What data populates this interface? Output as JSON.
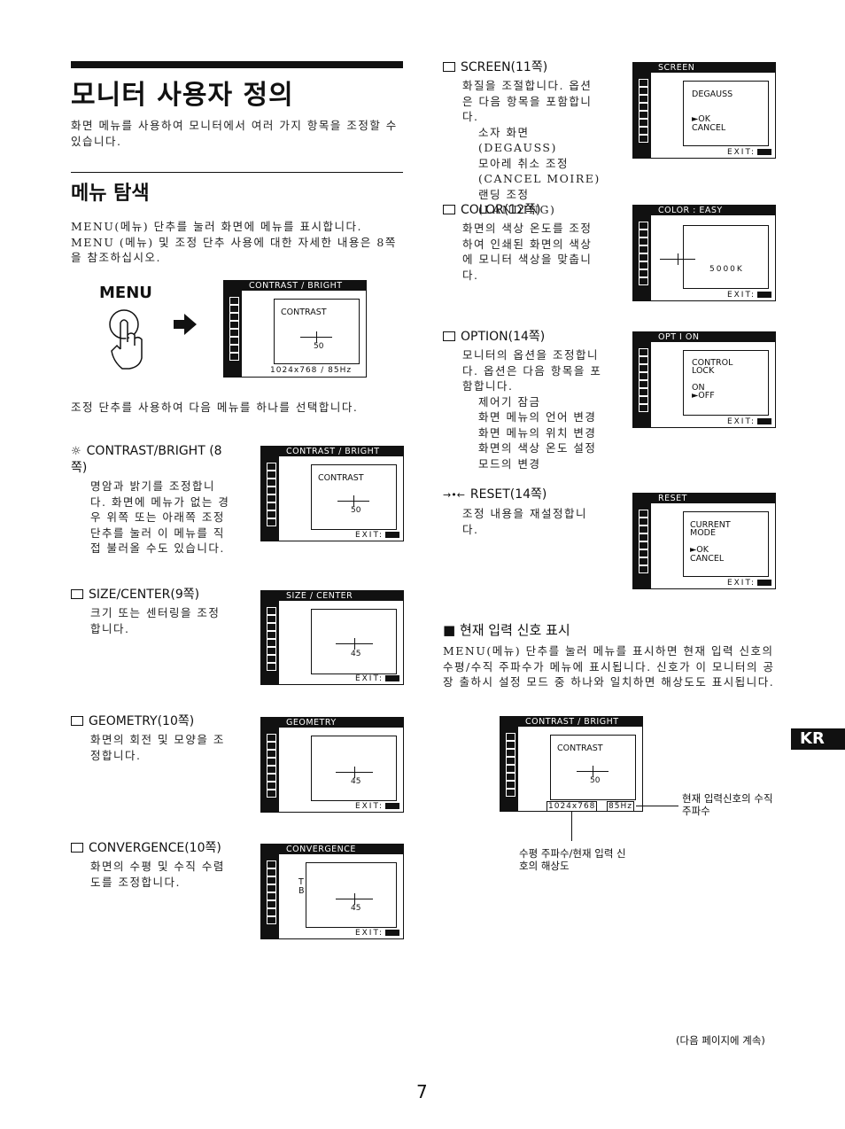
{
  "title": "모니터 사용자 정의",
  "intro": "화면 메뉴를 사용하여 모니터에서 여러 가지 항목을 조정할 수 있습니다.",
  "nav_heading": "메뉴 탐색",
  "nav_text": "MENU(메뉴) 단추를 눌러 화면에 메뉴를 표시합니다. MENU (메뉴) 및 조정 단추 사용에 대한 자세한 내용은 8쪽을 참조하십시오.",
  "menu_button_label": "MENU",
  "select_text": "조정 단추를 사용하여 다음 메뉴를 하나를 선택합니다.",
  "nav_osd": {
    "header": "CONTRAST / BRIGHT",
    "label": "CONTRAST",
    "value": "50",
    "footer": "1024x768 /  85Hz"
  },
  "left_sections": [
    {
      "title": "CONTRAST/BRIGHT (8쪽)",
      "desc": "명암과 밝기를 조정합니다. 화면에 메뉴가 없는 경우 위쪽 또는 아래쪽 조정 단추를 눌러 이 메뉴를 직접 불러올 수도 있습니다.",
      "osd_header": "CONTRAST / BRIGHT",
      "osd_label": "CONTRAST",
      "osd_value": "50"
    },
    {
      "title": "SIZE/CENTER(9쪽)",
      "desc": "크기 또는 센터링을 조정합니다.",
      "osd_header": "SIZE / CENTER",
      "osd_label": "",
      "osd_value": "45"
    },
    {
      "title": "GEOMETRY(10쪽)",
      "desc": "화면의 회전 및 모양을 조정합니다.",
      "osd_header": "GEOMETRY",
      "osd_label": "",
      "osd_value": "45"
    },
    {
      "title": "CONVERGENCE(10쪽)",
      "desc": "화면의 수평 및 수직 수렴도를 조정합니다.",
      "osd_header": "CONVERGENCE",
      "osd_label": "T B",
      "osd_value": "45"
    }
  ],
  "right_sections": [
    {
      "title": "SCREEN(11쪽)",
      "desc": "화질을 조절합니다. 옵션은 다음 항목을 포함합니다.",
      "items": [
        "소자 화면(DEGAUSS)",
        "모아레 취소 조정 (CANCEL MOIRE)",
        "랜딩 조정(LANDING)"
      ],
      "osd_header": "SCREEN",
      "osd_lines": [
        "DEGAUSS",
        "",
        "►OK",
        " CANCEL"
      ]
    },
    {
      "title": "COLOR(12쪽)",
      "desc": "화면의 색상 온도를 조정하여 인쇄된 화면의 색상에 모니터 색상을 맞춥니다.",
      "items": [],
      "osd_header": "COLOR     : EASY",
      "osd_lines": [
        "",
        "",
        "",
        "5000K"
      ]
    },
    {
      "title": "OPTION(14쪽)",
      "desc": "모니터의 옵션을 조정합니다. 옵션은 다음 항목을 포함합니다.",
      "items": [
        "제어기 잠금",
        "화면 메뉴의 언어 변경",
        "화면 메뉴의 위치 변경",
        "화면의 색상 온도 설정 모드의 변경"
      ],
      "osd_header": "OPT I ON",
      "osd_lines": [
        "CONTROL",
        "LOCK",
        " ON",
        "►OFF"
      ]
    },
    {
      "title": "RESET(14쪽)",
      "desc": "조정 내용을 재설정합니다.",
      "items": [],
      "osd_header": "RESET",
      "osd_lines": [
        "CURRENT",
        "MODE",
        "►OK",
        " CANCEL"
      ]
    }
  ],
  "exit_label": "EXIT:",
  "signal_heading": "■ 현재 입력 신호 표시",
  "signal_text": "MENU(메뉴) 단추를 눌러 메뉴를 표시하면 현재 입력 신호의 수평/수직 주파수가 메뉴에 표시됩니다. 신호가 이 모니터의 공장 출하시 설정 모드 중 하나와 일치하면 해상도도 표시됩니다.",
  "signal_osd": {
    "header": "CONTRAST / BRIGHT",
    "label": "CONTRAST",
    "value": "50",
    "res": "1024x768",
    "freq": "85Hz"
  },
  "callout_right": "현재 입력신호의 수직 주파수",
  "callout_bottom": "수평 주파수/현재 입력 신호의 해상도",
  "continued": "(다음 페이지에 계속)",
  "lang_tab": "KR",
  "page_number": "7"
}
